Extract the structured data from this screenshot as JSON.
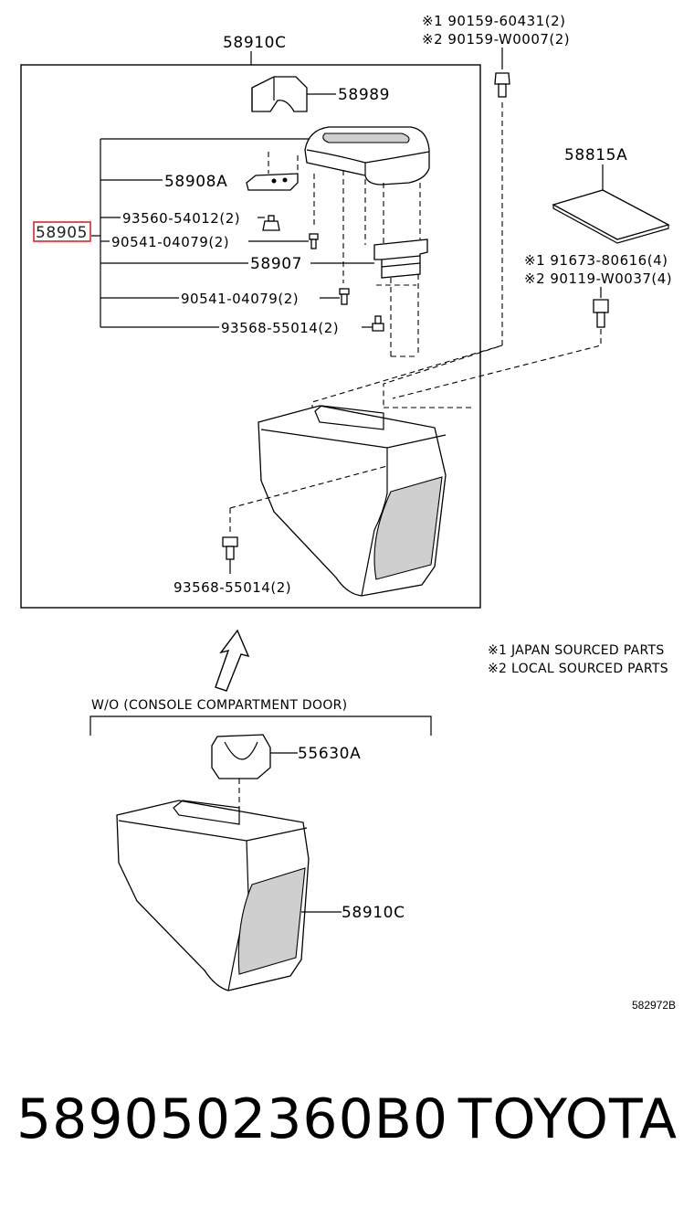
{
  "labels": {
    "assembly_top": "58910C",
    "cover_piece": "58989",
    "lid_hinge": "58908A",
    "selected_part": "58905",
    "clip_a": "93560-54012(2)",
    "screw_a": "90541-04079(2)",
    "lock": "58907",
    "screw_b": "90541-04079(2)",
    "clip_b": "93568-55014(2)",
    "clip_c": "93568-55014(2)",
    "bolt_note_1": "※1 90159-60431(2)",
    "bolt_note_2": "※2 90159-W0007(2)",
    "mat": "58815A",
    "bolt2_note_1": "※1 91673-80616(4)",
    "bolt2_note_2": "※2 90119-W0037(4)",
    "legend_1": "※1  JAPAN SOURCED PARTS",
    "legend_2": "※2  LOCAL SOURCED PARTS",
    "variant_header": "W/O (CONSOLE COMPARTMENT DOOR)",
    "bracket": "55630A",
    "assembly_bottom": "58910C",
    "diagram_code": "582972B"
  },
  "footer": {
    "part_number": "5890502360B0",
    "brand": "TOYOTA"
  },
  "colors": {
    "highlight_box": "#e0242a",
    "ink": "#000000"
  }
}
